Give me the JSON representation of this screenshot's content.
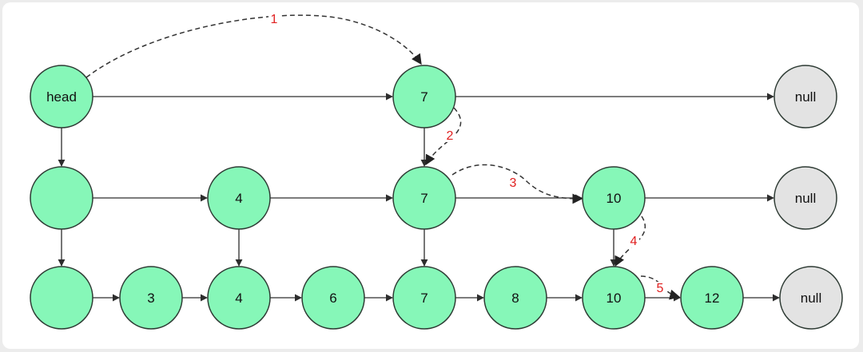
{
  "colors": {
    "node_fill": "#86f7b8",
    "null_fill": "#e3e3e3",
    "outline": "#2d3a33",
    "step_label": "#e02020"
  },
  "nodes": [
    {
      "id": "L2-head",
      "label": "head",
      "kind": "node"
    },
    {
      "id": "L2-7",
      "label": "7",
      "kind": "node"
    },
    {
      "id": "L2-null",
      "label": "null",
      "kind": "null"
    },
    {
      "id": "L1-head",
      "label": "",
      "kind": "node"
    },
    {
      "id": "L1-4",
      "label": "4",
      "kind": "node"
    },
    {
      "id": "L1-7",
      "label": "7",
      "kind": "node"
    },
    {
      "id": "L1-10",
      "label": "10",
      "kind": "node"
    },
    {
      "id": "L1-null",
      "label": "null",
      "kind": "null"
    },
    {
      "id": "L0-head",
      "label": "",
      "kind": "node"
    },
    {
      "id": "L0-3",
      "label": "3",
      "kind": "node"
    },
    {
      "id": "L0-4",
      "label": "4",
      "kind": "node"
    },
    {
      "id": "L0-6",
      "label": "6",
      "kind": "node"
    },
    {
      "id": "L0-7",
      "label": "7",
      "kind": "node"
    },
    {
      "id": "L0-8",
      "label": "8",
      "kind": "node"
    },
    {
      "id": "L0-10",
      "label": "10",
      "kind": "node"
    },
    {
      "id": "L0-12",
      "label": "12",
      "kind": "node"
    },
    {
      "id": "L0-null",
      "label": "null",
      "kind": "null"
    }
  ],
  "edges": [
    {
      "from": "L2-head",
      "to": "L2-7"
    },
    {
      "from": "L2-7",
      "to": "L2-null"
    },
    {
      "from": "L1-head",
      "to": "L1-4"
    },
    {
      "from": "L1-4",
      "to": "L1-7"
    },
    {
      "from": "L1-7",
      "to": "L1-10"
    },
    {
      "from": "L1-10",
      "to": "L1-null"
    },
    {
      "from": "L0-head",
      "to": "L0-3"
    },
    {
      "from": "L0-3",
      "to": "L0-4"
    },
    {
      "from": "L0-4",
      "to": "L0-6"
    },
    {
      "from": "L0-6",
      "to": "L0-7"
    },
    {
      "from": "L0-7",
      "to": "L0-8"
    },
    {
      "from": "L0-8",
      "to": "L0-10"
    },
    {
      "from": "L0-10",
      "to": "L0-12"
    },
    {
      "from": "L0-12",
      "to": "L0-null"
    },
    {
      "from": "L2-head",
      "to": "L1-head"
    },
    {
      "from": "L1-head",
      "to": "L0-head"
    },
    {
      "from": "L2-7",
      "to": "L1-7"
    },
    {
      "from": "L1-7",
      "to": "L0-7"
    },
    {
      "from": "L1-4",
      "to": "L0-4"
    },
    {
      "from": "L1-10",
      "to": "L0-10"
    }
  ],
  "search_path": [
    {
      "step": "1",
      "from": "L2-head",
      "to": "L2-7"
    },
    {
      "step": "2",
      "from": "L2-7",
      "to": "L1-7"
    },
    {
      "step": "3",
      "from": "L1-7",
      "to": "L1-10"
    },
    {
      "step": "4",
      "from": "L1-10",
      "to": "L0-10"
    },
    {
      "step": "5",
      "from": "L0-10",
      "to": "L0-12"
    }
  ]
}
